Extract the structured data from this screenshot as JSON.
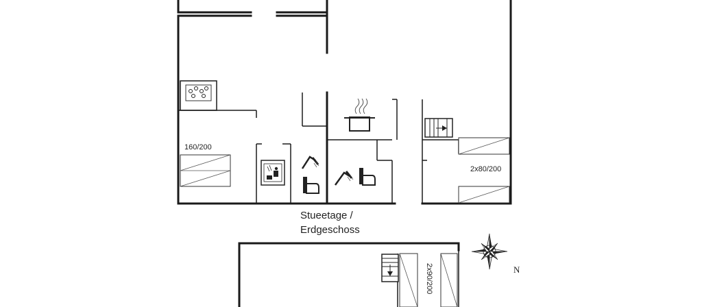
{
  "floor_plan": {
    "floor_label": [
      "Stueetage /",
      "Erdgeschoss"
    ],
    "rooms": {
      "bedroom_left_label": "160/200",
      "bedroom_right_label": "2x80/200",
      "upper_floor_label": "2x90/200"
    },
    "compass": {
      "north_label": "N"
    },
    "icons": [
      "hob-icon",
      "sauna-icon",
      "shower-icon",
      "toilet-icon",
      "cooking-pot-icon",
      "stairs-icon",
      "compass-rose-icon"
    ]
  }
}
